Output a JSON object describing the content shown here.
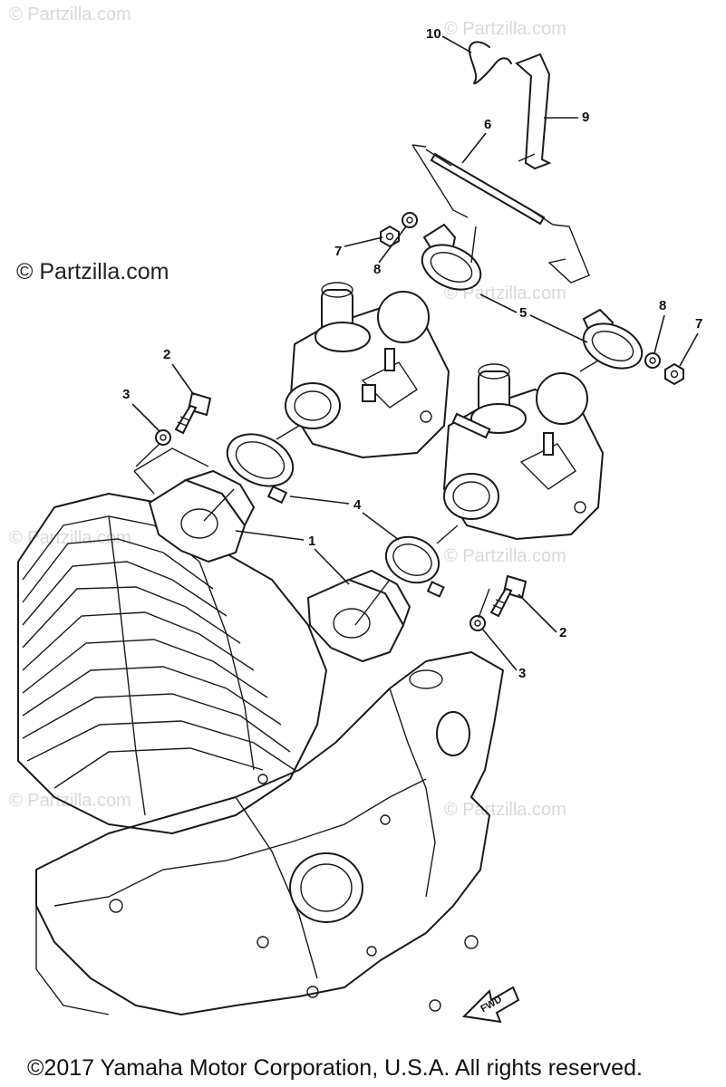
{
  "watermark_text": "© Partzilla.com",
  "brand_label": "© Partzilla.com",
  "footer_copyright": "©2017 Yamaha Motor Corporation, U.S.A. All rights reserved.",
  "fwd_label": "FWD",
  "callouts": [
    {
      "id": "10",
      "label": "10"
    },
    {
      "id": "9",
      "label": "9"
    },
    {
      "id": "6",
      "label": "6"
    },
    {
      "id": "7a",
      "label": "7"
    },
    {
      "id": "8a",
      "label": "8"
    },
    {
      "id": "5",
      "label": "5"
    },
    {
      "id": "8b",
      "label": "8"
    },
    {
      "id": "7b",
      "label": "7"
    },
    {
      "id": "2a",
      "label": "2"
    },
    {
      "id": "3a",
      "label": "3"
    },
    {
      "id": "4",
      "label": "4"
    },
    {
      "id": "1",
      "label": "1"
    },
    {
      "id": "2b",
      "label": "2"
    },
    {
      "id": "3b",
      "label": "3"
    }
  ]
}
